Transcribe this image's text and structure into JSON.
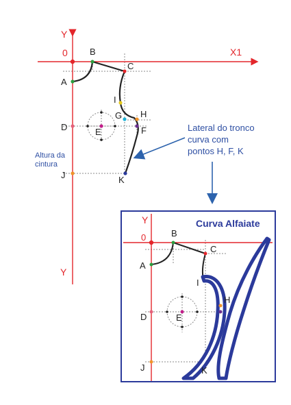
{
  "colors": {
    "axis_red": "#e3262b",
    "guide_gray": "#8a8a8a",
    "blue_text": "#2e4fa3",
    "callout_blue": "#2d63ad",
    "curve_black": "#222222",
    "tool_blue": "#2b3a9b",
    "tool_fill": "#ffffff",
    "pt_green": "#2c9e3f",
    "pt_red": "#e3262b",
    "pt_orange": "#f0932a",
    "pt_yellow": "#e4c91c",
    "pt_cyan": "#1fb3d6",
    "pt_magenta": "#c21e8a",
    "pt_purple": "#6b2f8f",
    "pt_pink": "#e4607a",
    "pt_black": "#222222",
    "pt_navy": "#2b3a9b"
  },
  "main": {
    "y_top": "Y",
    "y_bottom": "Y",
    "x_right": "X1",
    "origin": "0",
    "labels": {
      "A": "A",
      "B": "B",
      "C": "C",
      "I": "I",
      "G": "G",
      "H": "H",
      "D": "D",
      "E": "E",
      "F": "F",
      "J": "J",
      "K": "K"
    },
    "waist_label_line1": "Altura da",
    "waist_label_line2": "cintura"
  },
  "callout": {
    "line1": "Lateral do tronco",
    "line2": "curva com",
    "line3": "pontos H, F, K"
  },
  "inset": {
    "title": "Curva Alfaiate",
    "y_label": "Y",
    "origin": "0",
    "labels": {
      "A": "A",
      "B": "B",
      "C": "C",
      "I": "I",
      "H": "H",
      "D": "D",
      "E": "E",
      "J": "J",
      "K": "K"
    }
  }
}
